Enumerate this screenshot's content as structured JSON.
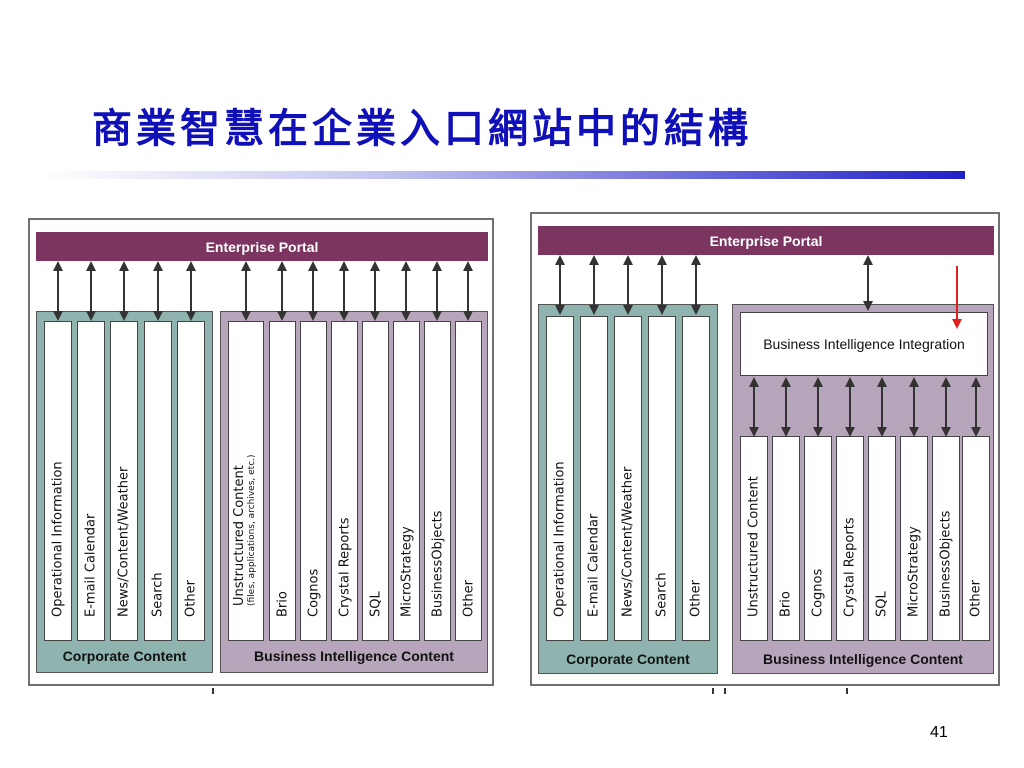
{
  "title": "商業智慧在企業入口網站中的結構",
  "page_number": "41",
  "colors": {
    "title": "#1010b8",
    "portal": "#7b3560",
    "corporate": "#8fb4b0",
    "bi": "#b7a6bb",
    "red_arrow": "#e02020"
  },
  "left_diagram": {
    "portal_label": "Enterprise Portal",
    "corporate_footer": "Corporate Content",
    "bi_footer": "Business Intelligence Content",
    "corporate_columns": [
      "Operational Information",
      "E-mail Calendar",
      "News/Content/Weather",
      "Search",
      "Other"
    ],
    "bi_columns": [
      "Unstructured Content",
      "Brio",
      "Cognos",
      "Crystal Reports",
      "SQL",
      "MicroStrategy",
      "BusinessObjects",
      "Other"
    ],
    "unstructured_sub": "(files, applications, archives, etc.)"
  },
  "right_diagram": {
    "portal_label": "Enterprise Portal",
    "integration_label": "Business Intelligence Integration",
    "corporate_footer": "Corporate Content",
    "bi_footer": "Business Intelligence Content",
    "corporate_columns": [
      "Operational Information",
      "E-mail Calendar",
      "News/Content/Weather",
      "Search",
      "Other"
    ],
    "bi_columns": [
      "Unstructured Content",
      "Brio",
      "Cognos",
      "Crystal Reports",
      "SQL",
      "MicroStrategy",
      "BusinessObjects",
      "Other"
    ]
  }
}
